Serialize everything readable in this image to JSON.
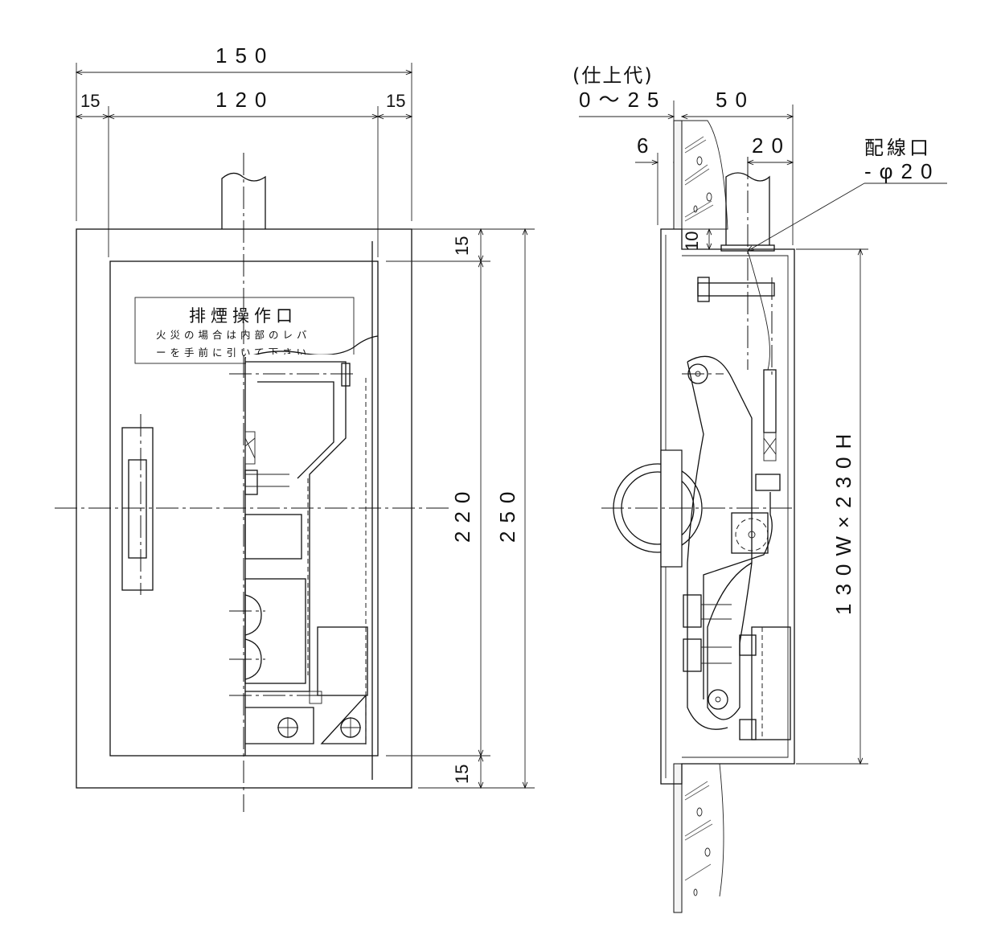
{
  "front_view": {
    "dims": {
      "overall_width": "150",
      "left_margin": "15",
      "inner_width": "120",
      "right_margin": "15",
      "top_margin": "15",
      "inner_height": "220",
      "overall_height": "250",
      "bottom_margin": "15"
    },
    "label_plate": {
      "title": "排煙操作口",
      "line1": "火災の場合は内部のレバ",
      "line2": "ーを手前に引いて下さい"
    }
  },
  "side_view": {
    "finish_label": "(仕上代)",
    "finish_range": "0～25",
    "depth": "50",
    "offset_6": "6",
    "pipe_20": "20",
    "gap_10": "10",
    "wiring_port_label": "配線口",
    "wiring_port_size": "-φ20",
    "box_size": "130W×230H"
  }
}
